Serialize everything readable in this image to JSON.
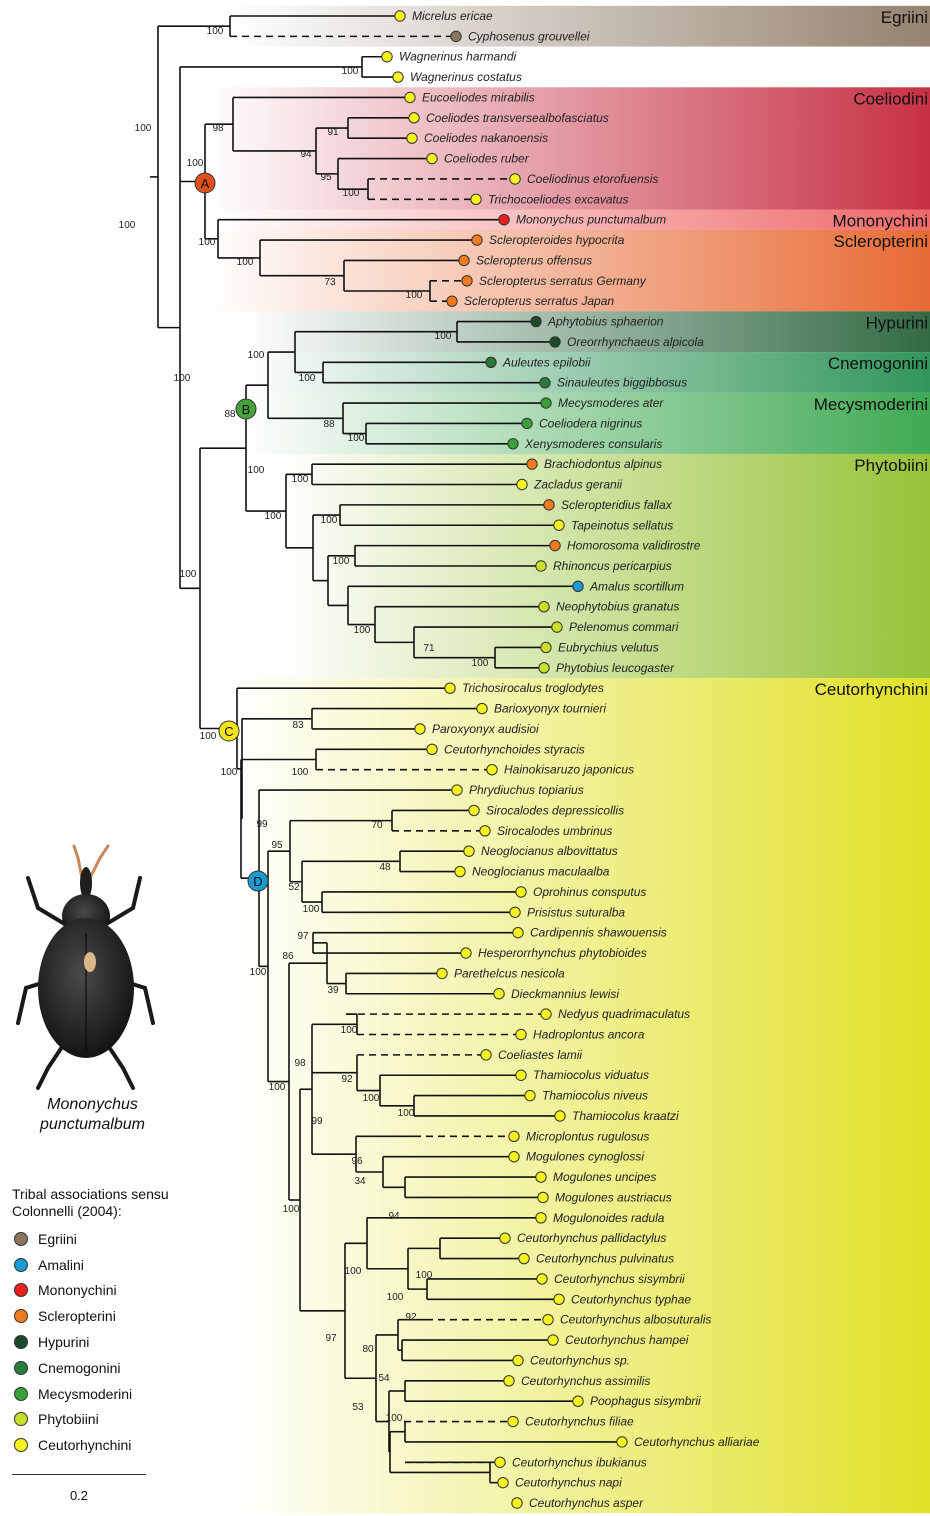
{
  "tribes": [
    {
      "key": "Egriini",
      "name": "Egriini",
      "color": "#8a7560"
    },
    {
      "key": "Coeliodini",
      "name": "Coeliodini",
      "color": "#c01a30"
    },
    {
      "key": "Mononychini",
      "name": "Mononychini",
      "color": "#e82828"
    },
    {
      "key": "Scleropterini",
      "name": "Scleropterini",
      "color": "#e55a1e"
    },
    {
      "key": "Hypurini",
      "name": "Hypurini",
      "color": "#1c5a30"
    },
    {
      "key": "Cnemogonini",
      "name": "Cnemogonini",
      "color": "#1a8a48"
    },
    {
      "key": "Mecysmoderini",
      "name": "Mecysmoderini",
      "color": "#2aa040"
    },
    {
      "key": "Phytobiini",
      "name": "Phytobiini",
      "color": "#8cbc22"
    },
    {
      "key": "Ceutorhynchini",
      "name": "Ceutorhynchini",
      "color": "#dede10"
    }
  ],
  "legend": {
    "title": "Tribal associations sensu Colonnelli (2004):",
    "items": [
      {
        "label": "Egriini",
        "color": "#8a7560"
      },
      {
        "label": "Amalini",
        "color": "#1a9ad0"
      },
      {
        "label": "Mononychini",
        "color": "#e82020"
      },
      {
        "label": "Scleropterini",
        "color": "#f07a20"
      },
      {
        "label": "Hypurini",
        "color": "#1a4a28"
      },
      {
        "label": "Cnemogonini",
        "color": "#2a7a3a"
      },
      {
        "label": "Mecysmoderini",
        "color": "#3aa038"
      },
      {
        "label": "Phytobiini",
        "color": "#c8e02a"
      },
      {
        "label": "Ceutorhynchini",
        "color": "#f6f21c"
      }
    ]
  },
  "figure": {
    "species_photo_caption": "Mononychus punctumalbum",
    "scale_label": "0.2"
  },
  "clade_markers": [
    "A",
    "B",
    "C",
    "D"
  ],
  "taxa": [
    {
      "name": "Micrelus ericae",
      "color": "#f6f21c"
    },
    {
      "name": "Cyphosenus grouvellei",
      "color": "#8a7560"
    },
    {
      "name": "Wagnerinus harmandi",
      "color": "#f6f21c"
    },
    {
      "name": "Wagnerinus costatus",
      "color": "#f6f21c"
    },
    {
      "name": "Eucoeliodes mirabilis",
      "color": "#f6f21c"
    },
    {
      "name": "Coeliodes transversealbofasciatus",
      "color": "#f6f21c"
    },
    {
      "name": "Coeliodes nakanoensis",
      "color": "#f6f21c"
    },
    {
      "name": "Coeliodes ruber",
      "color": "#f6f21c"
    },
    {
      "name": "Coeliodinus etorofuensis",
      "color": "#f6f21c"
    },
    {
      "name": "Trichocoeliodes excavatus",
      "color": "#f6f21c"
    },
    {
      "name": "Mononychus punctumalbum",
      "color": "#e82020"
    },
    {
      "name": "Scleropteroides hypocrita",
      "color": "#f07a20"
    },
    {
      "name": "Scleropterus offensus",
      "color": "#f07a20"
    },
    {
      "name": "Scleropterus serratus Germany",
      "color": "#f07a20"
    },
    {
      "name": "Scleropterus serratus Japan",
      "color": "#f07a20"
    },
    {
      "name": "Aphytobius sphaerion",
      "color": "#1a4a28"
    },
    {
      "name": "Oreorrhynchaeus alpicola",
      "color": "#1a4a28"
    },
    {
      "name": "Auleutes epilobii",
      "color": "#2a7a3a"
    },
    {
      "name": "Sinauleutes biggibbosus",
      "color": "#2a7a3a"
    },
    {
      "name": "Mecysmoderes ater",
      "color": "#3aa038"
    },
    {
      "name": "Coeliodera nigrinus",
      "color": "#3aa038"
    },
    {
      "name": "Xenysmoderes consularis",
      "color": "#3aa038"
    },
    {
      "name": "Brachiodontus alpinus",
      "color": "#f07a20"
    },
    {
      "name": "Zacladus geranii",
      "color": "#f6f21c"
    },
    {
      "name": "Scleropteridius fallax",
      "color": "#f07a20"
    },
    {
      "name": "Tapeinotus sellatus",
      "color": "#f6f21c"
    },
    {
      "name": "Homorosoma validirostre",
      "color": "#f07a20"
    },
    {
      "name": "Rhinoncus pericarpius",
      "color": "#c8e02a"
    },
    {
      "name": "Amalus scortillum",
      "color": "#1a9ad0"
    },
    {
      "name": "Neophytobius granatus",
      "color": "#c8e02a"
    },
    {
      "name": "Pelenomus commari",
      "color": "#c8e02a"
    },
    {
      "name": "Eubrychius velutus",
      "color": "#c8e02a"
    },
    {
      "name": "Phytobius leucogaster",
      "color": "#c8e02a"
    },
    {
      "name": "Trichosirocalus troglodytes",
      "color": "#f6f21c"
    },
    {
      "name": "Barioxyonyx tournieri",
      "color": "#f6f21c"
    },
    {
      "name": "Paroxyonyx audisioi",
      "color": "#f6f21c"
    },
    {
      "name": "Ceutorhynchoides styracis",
      "color": "#f6f21c"
    },
    {
      "name": "Hainokisaruzo japonicus",
      "color": "#f6f21c"
    },
    {
      "name": "Phrydiuchus topiarius",
      "color": "#f6f21c"
    },
    {
      "name": "Sirocalodes depressicollis",
      "color": "#f6f21c"
    },
    {
      "name": "Sirocalodes umbrinus",
      "color": "#f6f21c"
    },
    {
      "name": "Neoglocianus albovittatus",
      "color": "#f6f21c"
    },
    {
      "name": "Neoglocianus maculaalba",
      "color": "#f6f21c"
    },
    {
      "name": "Oprohinus consputus",
      "color": "#f6f21c"
    },
    {
      "name": "Prisistus suturalba",
      "color": "#f6f21c"
    },
    {
      "name": "Cardipennis shawouensis",
      "color": "#f6f21c"
    },
    {
      "name": "Hesperorrhynchus phytobioides",
      "color": "#f6f21c"
    },
    {
      "name": "Parethelcus nesicola",
      "color": "#f6f21c"
    },
    {
      "name": "Dieckmannius lewisi",
      "color": "#f6f21c"
    },
    {
      "name": "Nedyus quadrimaculatus",
      "color": "#f6f21c"
    },
    {
      "name": "Hadroplontus ancora",
      "color": "#f6f21c"
    },
    {
      "name": "Coeliastes lamii",
      "color": "#f6f21c"
    },
    {
      "name": "Thamiocolus viduatus",
      "color": "#f6f21c"
    },
    {
      "name": "Thamiocolus niveus",
      "color": "#f6f21c"
    },
    {
      "name": "Thamiocolus kraatzi",
      "color": "#f6f21c"
    },
    {
      "name": "Microplontus rugulosus",
      "color": "#f6f21c"
    },
    {
      "name": "Mogulones cynoglossi",
      "color": "#f6f21c"
    },
    {
      "name": "Mogulones uncipes",
      "color": "#f6f21c"
    },
    {
      "name": "Mogulones austriacus",
      "color": "#f6f21c"
    },
    {
      "name": "Mogulonoides radula",
      "color": "#f6f21c"
    },
    {
      "name": "Ceutorhynchus pallidactylus",
      "color": "#f6f21c"
    },
    {
      "name": "Ceutorhynchus pulvinatus",
      "color": "#f6f21c"
    },
    {
      "name": "Ceutorhynchus sisymbrii",
      "color": "#f6f21c"
    },
    {
      "name": "Ceutorhynchus typhae",
      "color": "#f6f21c"
    },
    {
      "name": "Ceutorhynchus albosuturalis",
      "color": "#f6f21c"
    },
    {
      "name": "Ceutorhynchus hampei",
      "color": "#f6f21c"
    },
    {
      "name": "Ceutorhynchus sp.",
      "color": "#f6f21c"
    },
    {
      "name": "Ceutorhynchus assimilis",
      "color": "#f6f21c"
    },
    {
      "name": "Poophagus sisymbrii",
      "color": "#f6f21c"
    },
    {
      "name": "Ceutorhynchus filiae",
      "color": "#f6f21c"
    },
    {
      "name": "Ceutorhynchus alliariae",
      "color": "#f6f21c"
    },
    {
      "name": "Ceutorhynchus ibukianus",
      "color": "#f6f21c"
    },
    {
      "name": "Ceutorhynchus napi",
      "color": "#f6f21c"
    },
    {
      "name": "Ceutorhynchus asper",
      "color": "#f6f21c"
    }
  ],
  "support_values": [
    "100",
    "100",
    "100",
    "100",
    "98",
    "100",
    "91",
    "94",
    "95",
    "100",
    "100",
    "100",
    "73",
    "100",
    "100",
    "100",
    "100",
    "100",
    "88",
    "100",
    "88",
    "100",
    "100",
    "100",
    "100",
    "100",
    "100",
    "71",
    "100",
    "100",
    "100",
    "83",
    "100",
    "99",
    "100",
    "95",
    "70",
    "48",
    "52",
    "100",
    "97",
    "86",
    "39",
    "100",
    "100",
    "98",
    "92",
    "100",
    "100",
    "99",
    "96",
    "34",
    "94",
    "100",
    "100",
    "100",
    "100",
    "100",
    "92",
    "97",
    "80",
    "54",
    "53",
    "100"
  ]
}
